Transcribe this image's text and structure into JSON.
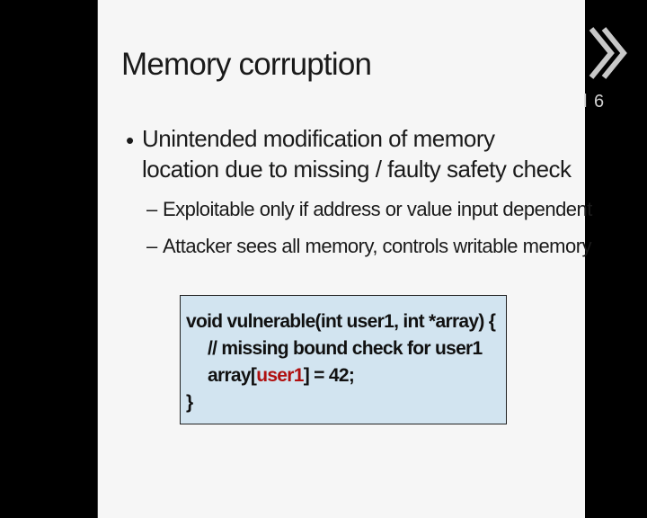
{
  "slide": {
    "title": "Memory corruption",
    "bullet_symbol": "•",
    "bullet": "Unintended modification of memory location due to missing / faulty safety check",
    "sub_symbol": "–",
    "sub_bullets": [
      "Exploitable only if address or value input dependent",
      "Attacker sees all memory, controls writable memory"
    ],
    "code": {
      "line1": "void vulnerable(int user1, int *array) {",
      "line2": "// missing bound check for user1",
      "line3_pre": "array[",
      "line3_var": "user1",
      "line3_post": "] = 42;",
      "line4": "}"
    }
  },
  "overlay": {
    "logo_icon": "x-chevron-logo-icon",
    "logo_text": "l 6"
  },
  "colors": {
    "code_background": "#d2e4f0",
    "highlight": "#b01010"
  }
}
